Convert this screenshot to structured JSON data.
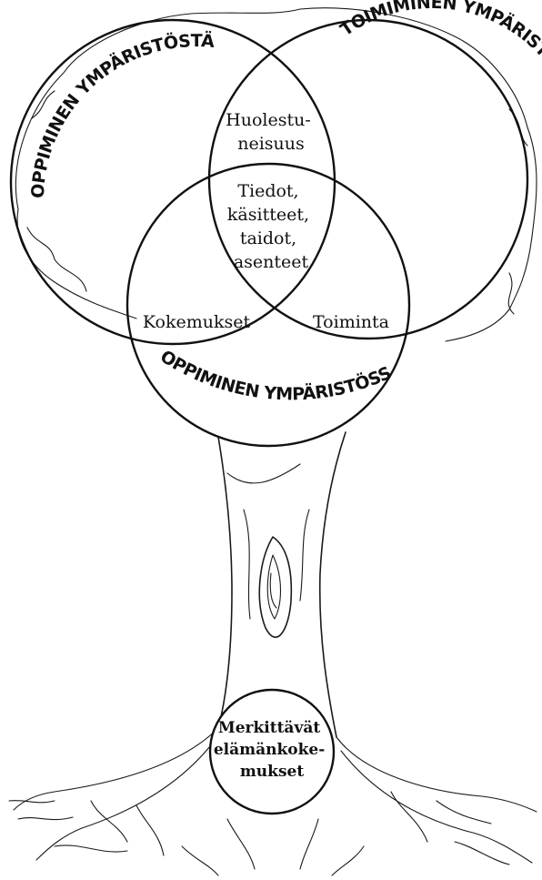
{
  "circles": {
    "top_left": "OPPIMINEN YMPÄRISTÖSTÄ",
    "top_right": "TOIMIMINEN YMPÄRISTÖN PUOLESTA",
    "bottom": "OPPIMINEN YMPÄRISTÖSSÄ"
  },
  "overlaps": {
    "top": [
      "Huolestu-",
      "neisuus"
    ],
    "center": [
      "Tiedot,",
      "käsitteet,",
      "taidot,",
      "asenteet"
    ],
    "left": "Kokemukset",
    "right": "Toiminta"
  },
  "root": [
    "Merkittävät",
    "elämänkoke-",
    "mukset"
  ]
}
